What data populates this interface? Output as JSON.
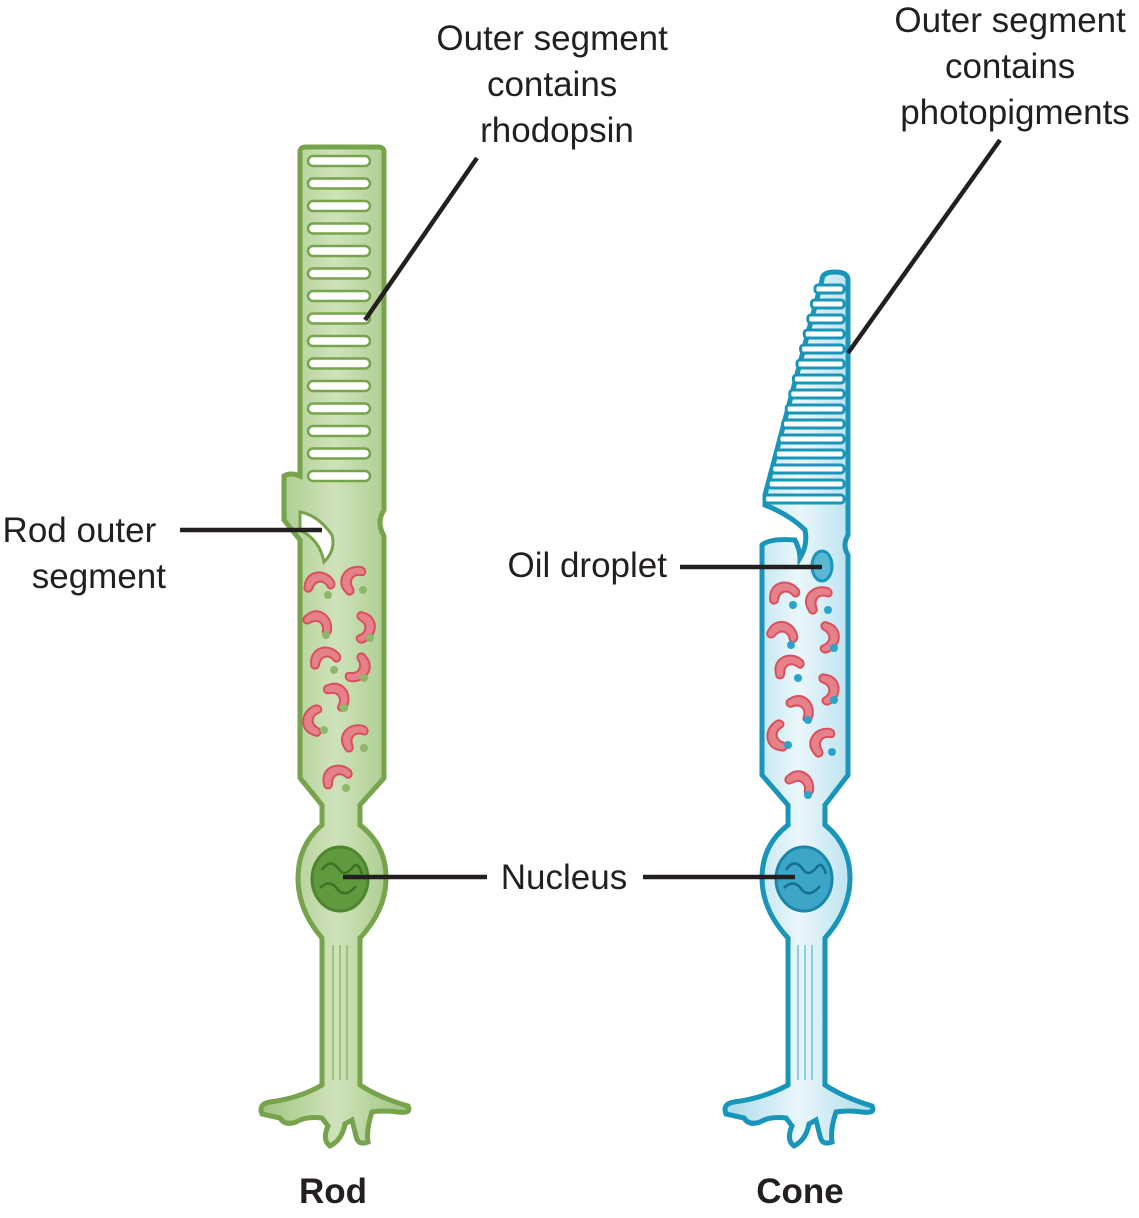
{
  "labels": {
    "rod_outer_top": [
      "Outer segment",
      "contains",
      "rhodopsin"
    ],
    "cone_outer_top": [
      "Outer segment",
      "contains",
      "photopigments"
    ],
    "rod_outer_segment": [
      "Rod outer",
      "segment"
    ],
    "oil_droplet": "Oil droplet",
    "nucleus": "Nucleus",
    "rod": "Rod",
    "cone": "Cone"
  },
  "colors": {
    "rod_fill": "#a8c98a",
    "rod_stroke": "#76a34b",
    "cone_fill": "#c3e6f0",
    "cone_stroke": "#1995ba",
    "mitochondria": "#e5818a",
    "mitochondria_stroke": "#d9505c",
    "text": "#231f20"
  }
}
